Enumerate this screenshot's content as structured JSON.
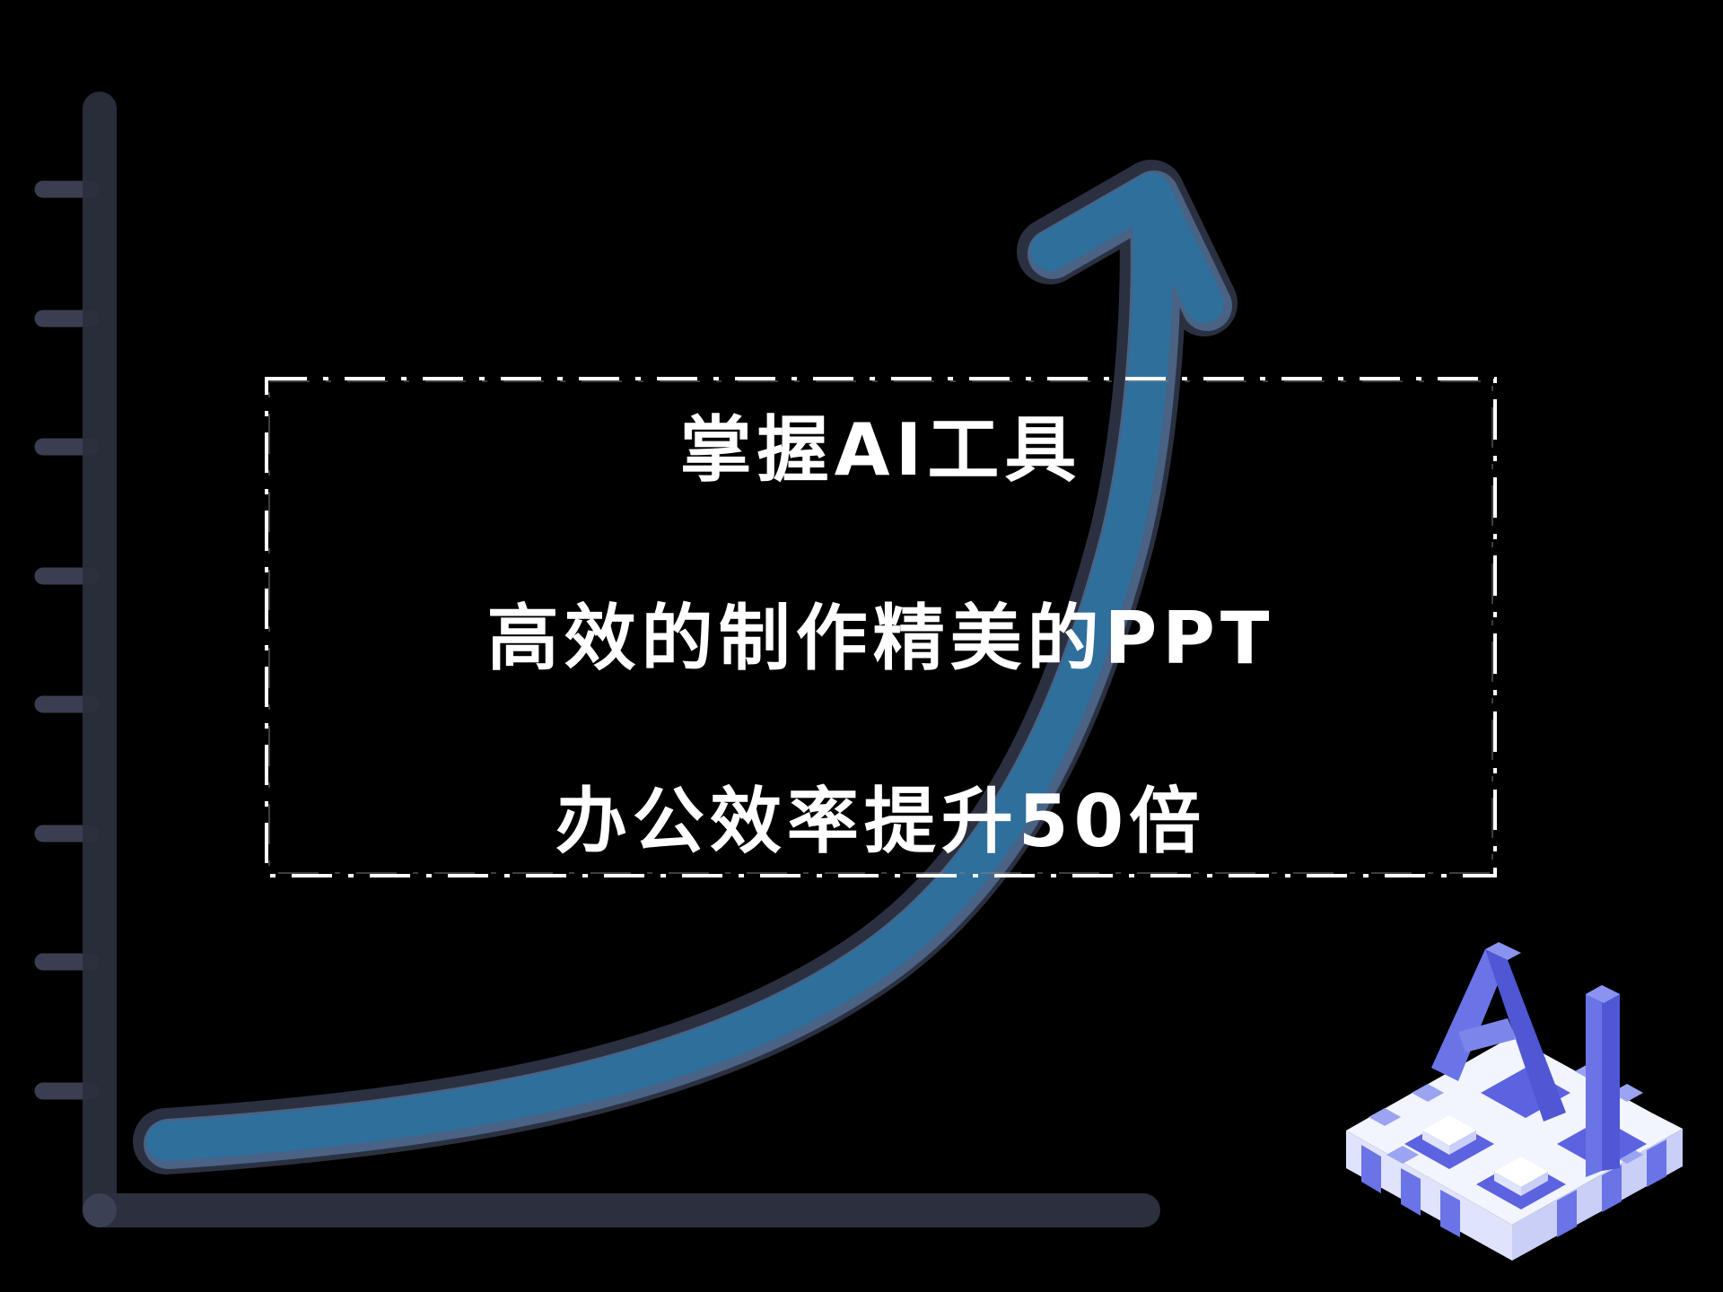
{
  "slide": {
    "background": "#000000",
    "headline": {
      "line1": "掌握AI工具",
      "line2": "高效的制作精美的PPT",
      "line3": "办公效率提升50倍"
    },
    "colors": {
      "text": "#ffffff",
      "axis": "#2c2f3d",
      "tick": "#3a3e50",
      "curve_fill": "#2f6f9c",
      "curve_edge": "#4a6284",
      "curve_outline": "#2b3040",
      "frame_dash": "#ffffff",
      "logo_primary": "#5b63e0",
      "logo_light": "#f2f4fe",
      "logo_mid": "#9aa4f0"
    },
    "decor": {
      "growth_arrow": "rising-curve-arrow",
      "axes": "chart-axes",
      "tick_count": 8,
      "logo": "isometric-ai-logo",
      "logo_letters": "AI"
    }
  }
}
